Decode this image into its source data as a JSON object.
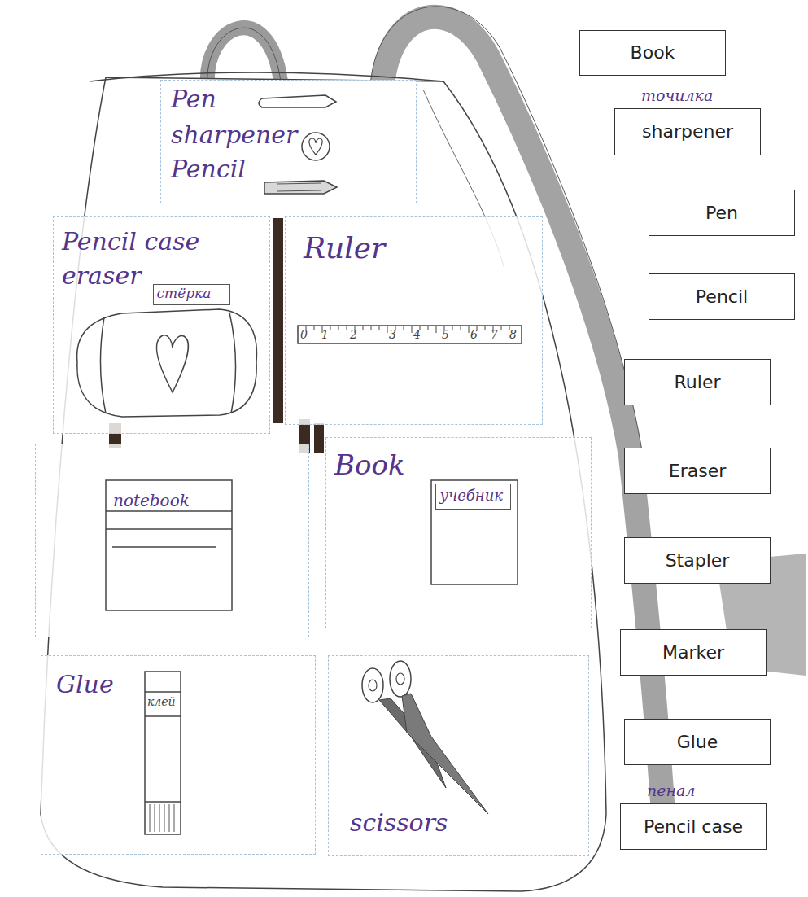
{
  "diagram": {
    "nodes": [
      {
        "text": [
          "Pen",
          "sharpener",
          "Pencil"
        ]
      },
      {
        "text": [
          "Pencil case",
          "eraser"
        ]
      },
      {
        "text": [
          "стёрка"
        ],
        "in": 1
      },
      {
        "text": [
          "Ruler"
        ]
      },
      {
        "text": [
          "notebook"
        ]
      },
      {
        "text": [
          "Book"
        ]
      },
      {
        "text": [
          "учебник"
        ],
        "in": 5
      },
      {
        "text": [
          "Glue"
        ]
      },
      {
        "text": [
          "scissors"
        ]
      },
      {
        "text": [
          "Book"
        ]
      },
      {
        "text": [
          "точилка",
          "sharpener"
        ]
      },
      {
        "text": [
          "Pen"
        ]
      },
      {
        "text": [
          "Pencil"
        ]
      },
      {
        "text": [
          "Ruler"
        ]
      },
      {
        "text": [
          "Eraser"
        ]
      },
      {
        "text": [
          "Stapler"
        ]
      },
      {
        "text": [
          "Marker"
        ]
      },
      {
        "text": [
          "Glue"
        ]
      },
      {
        "text": [
          "пенал",
          "Pencil case"
        ]
      }
    ],
    "labels": [
      "0",
      "1",
      "2",
      "3",
      "4",
      "5",
      "6",
      "7",
      "8",
      "клей"
    ]
  }
}
